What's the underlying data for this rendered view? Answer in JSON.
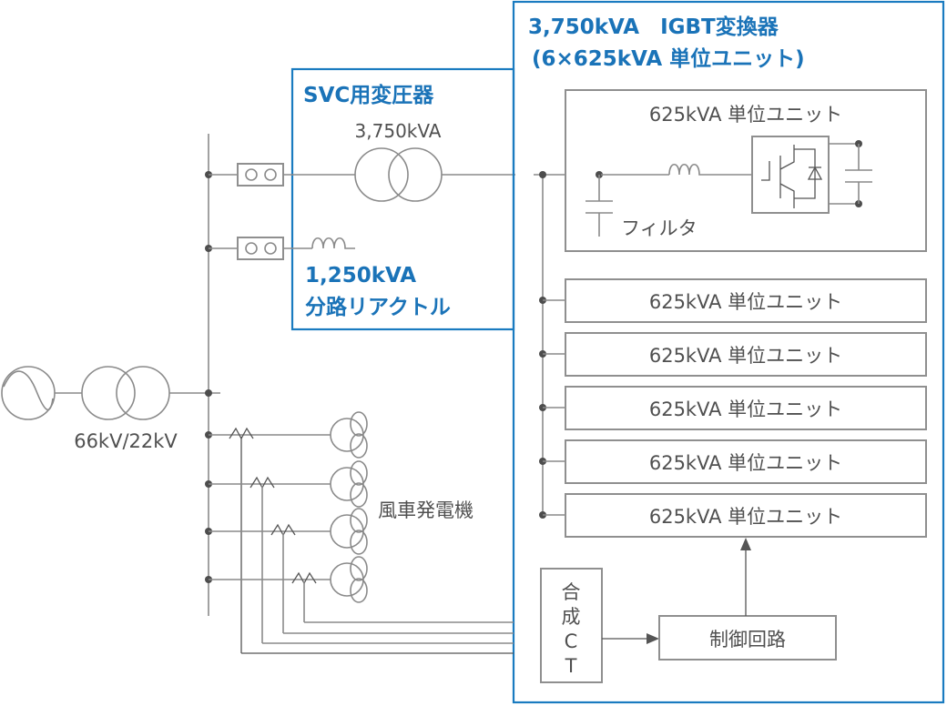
{
  "colors": {
    "accent_blue": "#1a7bc0",
    "line_gray": "#8a8a8a",
    "text_gray": "#505050"
  },
  "igbt_converter": {
    "title_line1": "3,750kVA　IGBT変換器",
    "title_line2": "(6×625kVA 単位ユニット)",
    "detailed_unit": {
      "label": "625kVA 単位ユニット",
      "filter_label": "フィルタ"
    },
    "units": [
      "625kVA 単位ユニット",
      "625kVA 単位ユニット",
      "625kVA 単位ユニット",
      "625kVA 単位ユニット",
      "625kVA 単位ユニット"
    ],
    "composite_ct": [
      "合",
      "成",
      "C",
      "T"
    ],
    "control_circuit": "制御回路"
  },
  "svc_transformer": {
    "title": "SVC用変圧器",
    "rating": "3,750kVA"
  },
  "shunt_reactor": {
    "line1": "1,250kVA",
    "line2": "分路リアクトル"
  },
  "grid": {
    "transformer_label": "66kV/22kV"
  },
  "wind_turbines": {
    "label": "風車発電機",
    "count": 4
  }
}
